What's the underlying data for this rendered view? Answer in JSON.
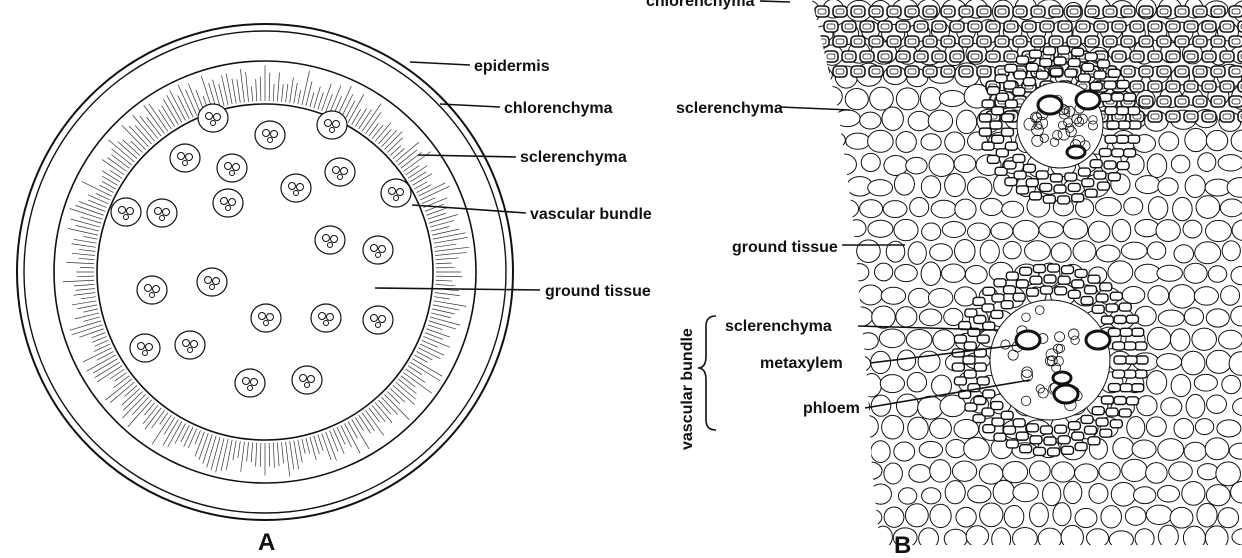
{
  "panel_a": {
    "letter": "A",
    "labels": {
      "epidermis": "epidermis",
      "chlorenchyma": "chlorenchyma",
      "sclerenchyma": "sclerenchyma",
      "vascular_bundle": "vascular bundle",
      "ground_tissue": "ground tissue"
    }
  },
  "panel_b": {
    "letter": "B",
    "labels": {
      "chlorenchyma": "chlorenchyma",
      "sclerenchyma_top": "sclerenchyma",
      "ground_tissue": "ground tissue",
      "sclerenchyma_bundle": "sclerenchyma",
      "metaxylem": "metaxylem",
      "phloem": "phloem",
      "vascular_bundle": "vascular bundle"
    }
  },
  "colors": {
    "ink": "#111111",
    "background": "#ffffff"
  }
}
